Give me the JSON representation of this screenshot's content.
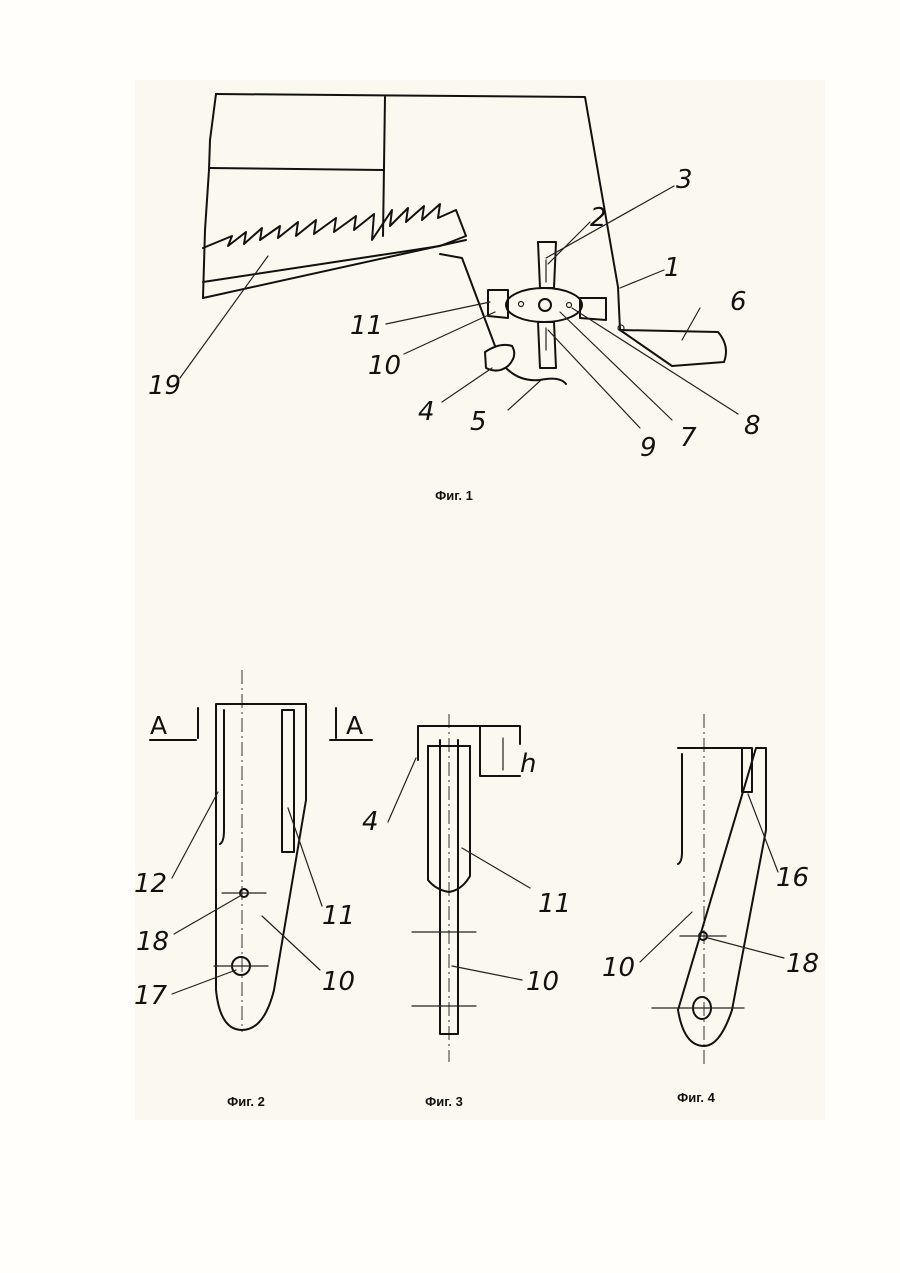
{
  "figures": {
    "fig1": {
      "caption": "Фиг. 1",
      "labels": {
        "l1": "1",
        "l2": "2",
        "l3": "3",
        "l4": "4",
        "l5": "5",
        "l6": "6",
        "l7": "7",
        "l8": "8",
        "l9": "9",
        "l10": "10",
        "l11": "11",
        "l19": "19"
      }
    },
    "fig2": {
      "caption": "Фиг. 2",
      "section_left": "A",
      "section_right": "A",
      "labels": {
        "l10": "10",
        "l11": "11",
        "l12": "12",
        "l17": "17",
        "l18": "18"
      }
    },
    "fig3": {
      "caption": "Фиг. 3",
      "dimension": "h",
      "labels": {
        "l4": "4",
        "l10": "10",
        "l11": "11"
      }
    },
    "fig4": {
      "caption": "Фиг. 4",
      "labels": {
        "l10": "10",
        "l16": "16",
        "l18": "18"
      }
    }
  }
}
